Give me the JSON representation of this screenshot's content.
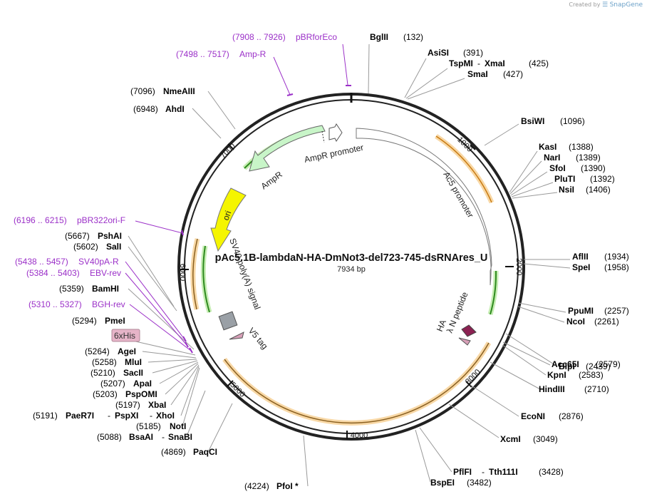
{
  "branding": {
    "created_by": "Created by",
    "brand": "SnapGene"
  },
  "plasmid": {
    "name": "pAc5.1B-lambdaN-HA-DmNot3-del723-745-dsRNAres_U",
    "length_label": "7934 bp",
    "length": 7934
  },
  "colors": {
    "primer": "#9b30c8",
    "enzyme": "#000000",
    "orange_feature": "#f5b247",
    "green_arrow": "#2e8b1e",
    "ampr_fill": "#c8f5c8",
    "ori_fill": "#f5f500",
    "lambda_fill": "#8b2252",
    "his_fill": "#e6b4c8",
    "grey_box": "#9aa0a6"
  },
  "ticks": [
    {
      "label": "1000"
    },
    {
      "label": "2000"
    },
    {
      "label": "3000"
    },
    {
      "label": "4000"
    },
    {
      "label": "5000"
    },
    {
      "label": "6000"
    },
    {
      "label": "7000"
    }
  ],
  "enzymes": [
    {
      "name": "BglII",
      "pos": "(132)"
    },
    {
      "name": "AsiSI",
      "pos": "(391)"
    },
    {
      "name": "TspMI",
      "name2": "XmaI",
      "pos": "(425)"
    },
    {
      "name": "SmaI",
      "pos": "(427)"
    },
    {
      "name": "BsiWI",
      "pos": "(1096)"
    },
    {
      "name": "KasI",
      "pos": "(1388)"
    },
    {
      "name": "NarI",
      "pos": "(1389)"
    },
    {
      "name": "SfoI",
      "pos": "(1390)"
    },
    {
      "name": "PluTI",
      "pos": "(1392)"
    },
    {
      "name": "NsiI",
      "pos": "(1406)"
    },
    {
      "name": "AflII",
      "pos": "(1934)"
    },
    {
      "name": "SpeI",
      "pos": "(1958)"
    },
    {
      "name": "PpuMI",
      "pos": "(2257)"
    },
    {
      "name": "NcoI",
      "pos": "(2261)"
    },
    {
      "name": "BlpI",
      "pos": "(2439)"
    },
    {
      "name": "Acc65I",
      "pos": "(2579)"
    },
    {
      "name": "KpnI",
      "pos": "(2583)"
    },
    {
      "name": "HindIII",
      "pos": "(2710)"
    },
    {
      "name": "EcoNI",
      "pos": "(2876)"
    },
    {
      "name": "XcmI",
      "pos": "(3049)"
    },
    {
      "name": "PflFI",
      "name2": "Tth111I",
      "pos": "(3428)"
    },
    {
      "name": "BspEI",
      "pos": "(3482)"
    },
    {
      "name": "PfoI *",
      "pos": "(4224)"
    },
    {
      "name": "PaqCI",
      "pos": "(4869)"
    },
    {
      "name": "BsaAI",
      "name2": "SnaBI",
      "pos": "(5088)"
    },
    {
      "name": "NotI",
      "pos": "(5185)"
    },
    {
      "name": "PaeR7I",
      "name2": "PspXI",
      "name3": "XhoI",
      "pos": "(5191)"
    },
    {
      "name": "XbaI",
      "pos": "(5197)"
    },
    {
      "name": "PspOMI",
      "pos": "(5203)"
    },
    {
      "name": "ApaI",
      "pos": "(5207)"
    },
    {
      "name": "SacII",
      "pos": "(5210)"
    },
    {
      "name": "MluI",
      "pos": "(5258)"
    },
    {
      "name": "AgeI",
      "pos": "(5264)"
    },
    {
      "name": "PmeI",
      "pos": "(5294)"
    },
    {
      "name": "BamHI",
      "pos": "(5359)"
    },
    {
      "name": "SalI",
      "pos": "(5602)"
    },
    {
      "name": "PshAI",
      "pos": "(5667)"
    },
    {
      "name": "AhdI",
      "pos": "(6948)"
    },
    {
      "name": "NmeAIII",
      "pos": "(7096)"
    }
  ],
  "primers": [
    {
      "range": "(7908 .. 7926)",
      "name": "pBRforEco"
    },
    {
      "range": "(7498 .. 7517)",
      "name": "Amp-R"
    },
    {
      "range": "(6196 .. 6215)",
      "name": "pBR322ori-F"
    },
    {
      "range": "(5438 .. 5457)",
      "name": "SV40pA-R"
    },
    {
      "range": "(5384 .. 5403)",
      "name": "EBV-rev"
    },
    {
      "range": "(5310 .. 5327)",
      "name": "BGH-rev"
    }
  ],
  "features": [
    {
      "label": "AmpR promoter"
    },
    {
      "label": "AmpR"
    },
    {
      "label": "ori"
    },
    {
      "label": "Ac5 promoter"
    },
    {
      "label": "SV40 poly(A) signal"
    },
    {
      "label": "V5 tag"
    },
    {
      "label": "λ N peptide"
    },
    {
      "label": "HA"
    },
    {
      "label": "6xHis"
    }
  ]
}
